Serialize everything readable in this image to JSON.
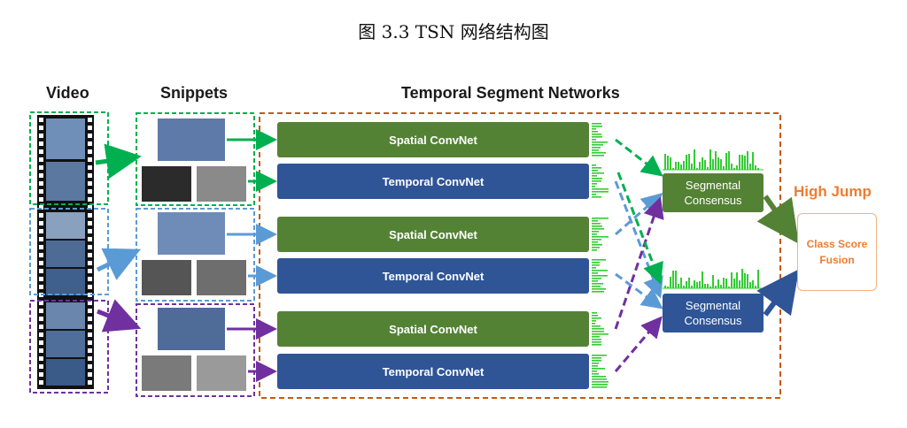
{
  "caption": "图 3.3 TSN 网络结构图",
  "headers": {
    "video": "Video",
    "snippets": "Snippets",
    "tsn": "Temporal Segment Networks"
  },
  "networks": [
    {
      "label": "Spatial ConvNet",
      "kind": "spatial"
    },
    {
      "label": "Temporal ConvNet",
      "kind": "temporal"
    },
    {
      "label": "Spatial ConvNet",
      "kind": "spatial"
    },
    {
      "label": "Temporal ConvNet",
      "kind": "temporal"
    },
    {
      "label": "Spatial ConvNet",
      "kind": "spatial"
    },
    {
      "label": "Temporal ConvNet",
      "kind": "temporal"
    }
  ],
  "consensus": [
    {
      "line1": "Segmental",
      "line2": "Consensus",
      "color": "#548235"
    },
    {
      "line1": "Segmental",
      "line2": "Consensus",
      "color": "#2f5597"
    }
  ],
  "fusion": {
    "line1": "Class Score",
    "line2": "Fusion"
  },
  "class_label": "High Jump",
  "colors": {
    "green": "#00b050",
    "blue": "#5b9bd5",
    "purple": "#7030a0",
    "orange": "#c55a11",
    "spatial": "#548235",
    "temporal": "#2f5597"
  }
}
